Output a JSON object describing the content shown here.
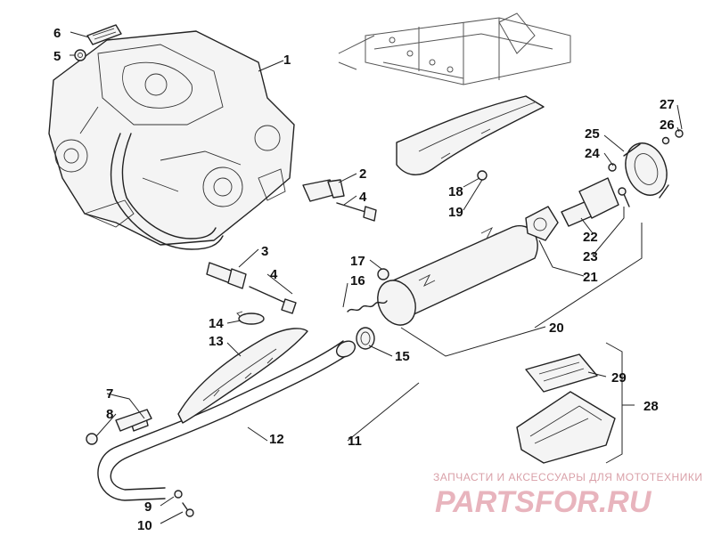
{
  "callouts": {
    "c1": "1",
    "c2": "2",
    "c3": "3",
    "c4a": "4",
    "c4b": "4",
    "c5": "5",
    "c6": "6",
    "c7": "7",
    "c8": "8",
    "c9": "9",
    "c10": "10",
    "c11": "11",
    "c12": "12",
    "c13": "13",
    "c14": "14",
    "c15": "15",
    "c16": "16",
    "c17": "17",
    "c18": "18",
    "c19": "19",
    "c20": "20",
    "c21": "21",
    "c22": "22",
    "c23": "23",
    "c24": "24",
    "c25": "25",
    "c26": "26",
    "c27": "27",
    "c28": "28",
    "c29": "29"
  },
  "watermark": {
    "tagline": "ЗАПЧАСТИ И АКСЕССУАРЫ ДЛЯ МОТОТЕХНИКИ",
    "logo": "PARTSFOR.RU",
    "color": "#e8b4bd"
  }
}
